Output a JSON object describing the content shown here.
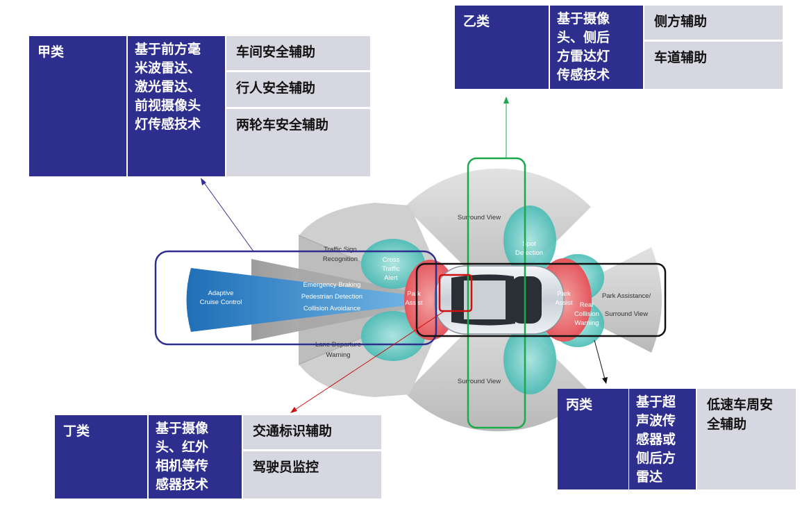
{
  "colors": {
    "category_bg": "#2e2e8e",
    "function_bg": "#d7d7e1",
    "group_a": "#2e2e8e",
    "group_b": "#1aa84a",
    "group_c": "#111111",
    "group_d": "#cc1111"
  },
  "group_a": {
    "category": "甲类",
    "tech": "基于前方毫\n米波雷达、\n激光雷达、\n前视摄像头\n灯传感技术",
    "functions": [
      "车间安全辅助",
      "行人安全辅助",
      "两轮车安全辅助"
    ]
  },
  "group_b": {
    "category": "乙类",
    "tech": "基于摄像\n头、侧后\n方雷达灯\n传感技术",
    "functions": [
      "侧方辅助",
      "车道辅助"
    ]
  },
  "group_c": {
    "category": "丙类",
    "tech": "基于超\n声波传\n感器或\n侧后方\n雷达",
    "functions": [
      "低速车周安\n全辅助"
    ]
  },
  "group_d": {
    "category": "丁类",
    "tech": "基于摄像\n头、红外\n相机等传\n感器技术",
    "functions": [
      "交通标识辅助",
      "驾驶员监控"
    ]
  },
  "sensor_zones": {
    "adaptive": [
      "Adaptive",
      "Cruise Control"
    ],
    "emergency": [
      "Emergency Braking",
      "Pedestrian Detection",
      "Collision Avoidance"
    ],
    "traffic_sign": [
      "Traffic Sign",
      "Recognition"
    ],
    "cross_traffic": [
      "Cross",
      "Traffic",
      "Alert"
    ],
    "park_front": [
      "Park",
      "Assist"
    ],
    "lane_departure": [
      "Lane Departure",
      "Warning"
    ],
    "surround_top": "Surround View",
    "surround_bottom": "Surround View",
    "spot": [
      "Spot",
      "Detection"
    ],
    "park_rear": [
      "Park",
      "Assist"
    ],
    "rear_collision": [
      "Rear",
      "Collision",
      "Warning"
    ],
    "park_surround": [
      "Park Assistance/",
      "Surround View"
    ]
  }
}
